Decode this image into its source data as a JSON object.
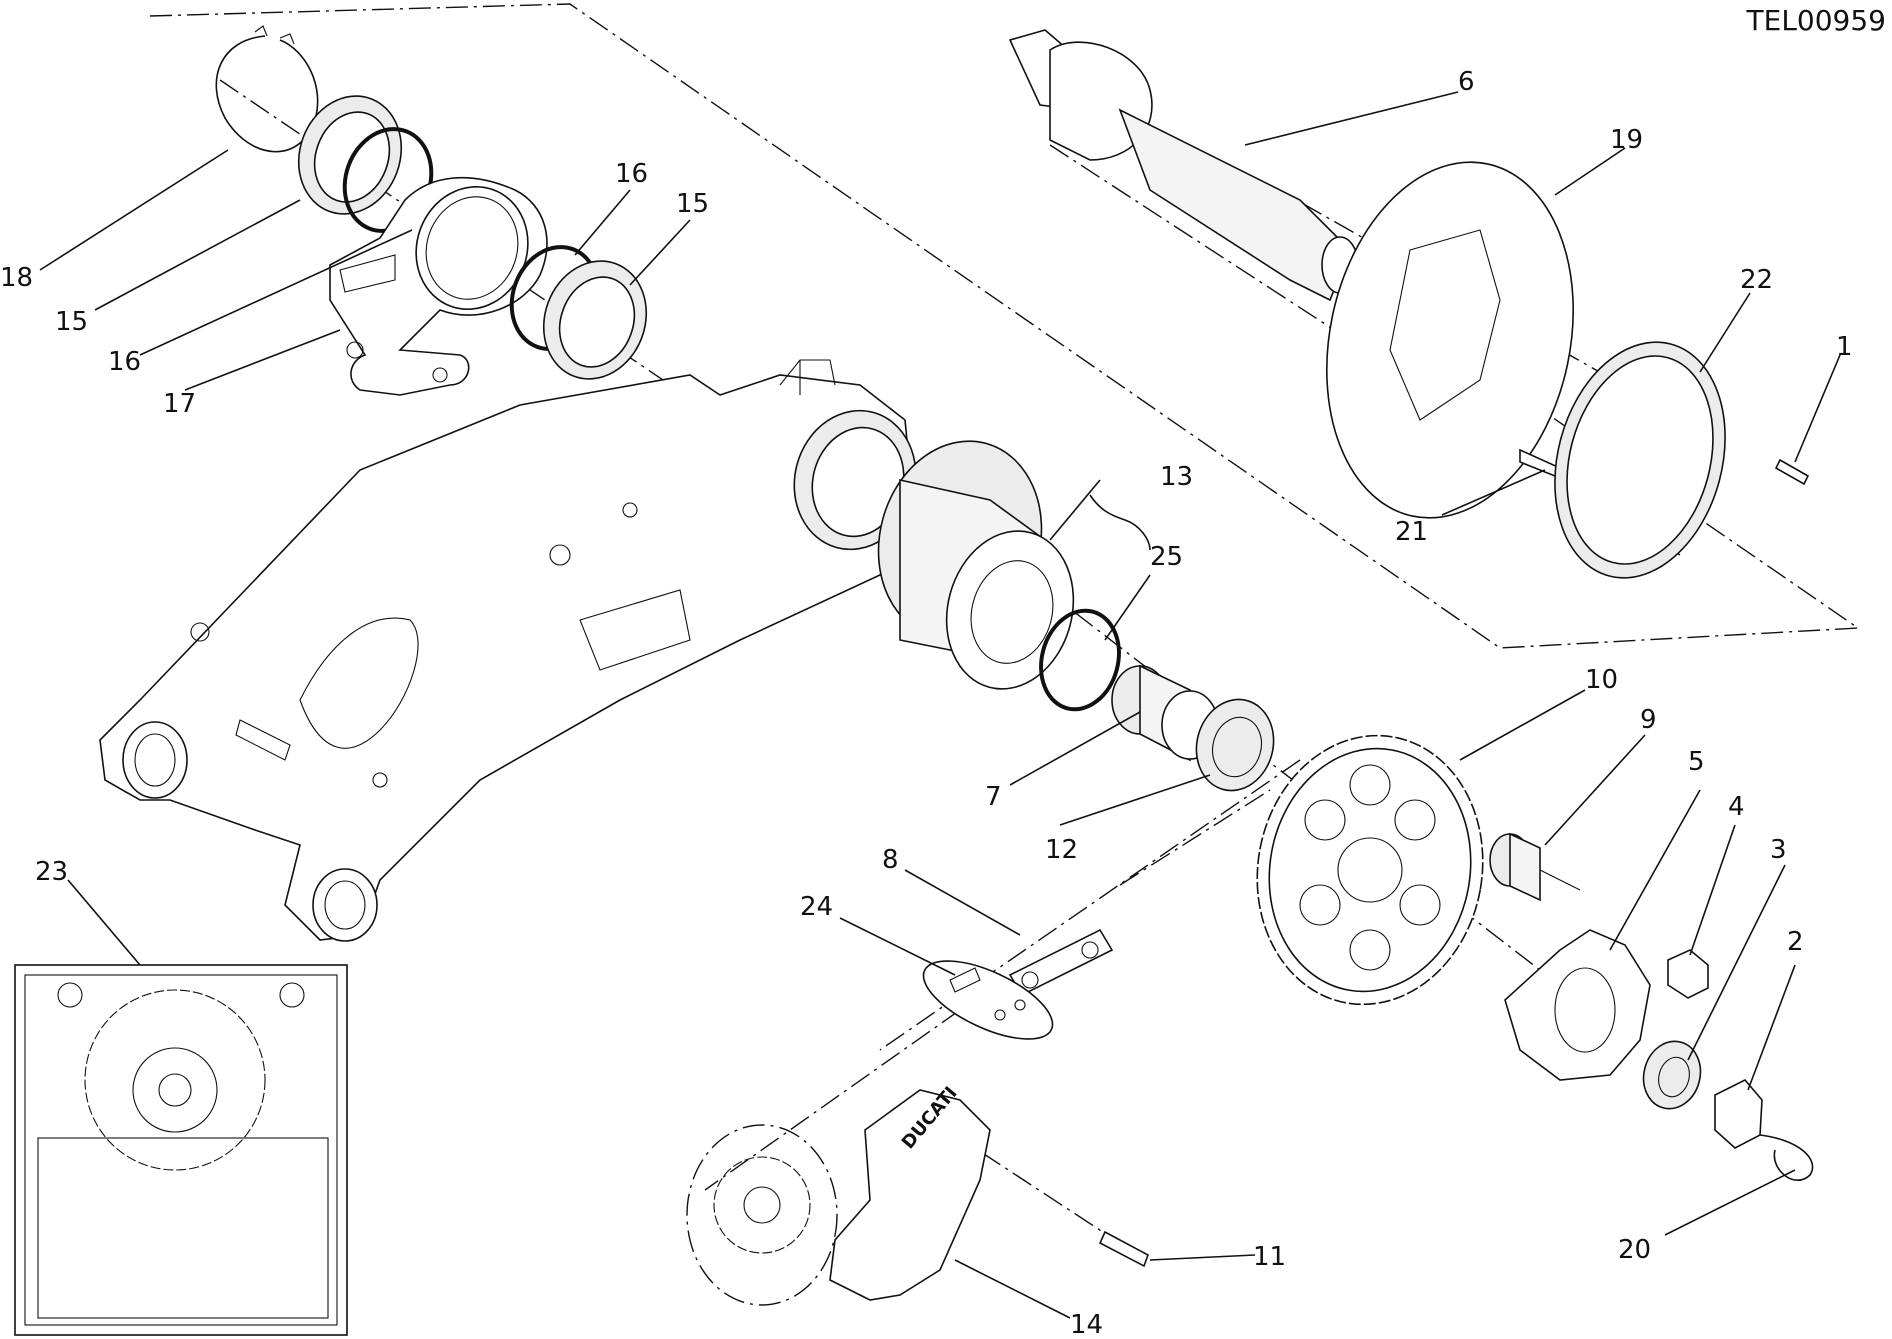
{
  "figure": {
    "ref_code": "TEL00959",
    "labels": [
      {
        "id": "1",
        "text": "1"
      },
      {
        "id": "2",
        "text": "2"
      },
      {
        "id": "3",
        "text": "3"
      },
      {
        "id": "4",
        "text": "4"
      },
      {
        "id": "5",
        "text": "5"
      },
      {
        "id": "6",
        "text": "6"
      },
      {
        "id": "7",
        "text": "7"
      },
      {
        "id": "8",
        "text": "8"
      },
      {
        "id": "9",
        "text": "9"
      },
      {
        "id": "10",
        "text": "10"
      },
      {
        "id": "11",
        "text": "11"
      },
      {
        "id": "12",
        "text": "12"
      },
      {
        "id": "13",
        "text": "13"
      },
      {
        "id": "14",
        "text": "14"
      },
      {
        "id": "15a",
        "text": "15"
      },
      {
        "id": "15b",
        "text": "15"
      },
      {
        "id": "16a",
        "text": "16"
      },
      {
        "id": "16b",
        "text": "16"
      },
      {
        "id": "17",
        "text": "17"
      },
      {
        "id": "18",
        "text": "18"
      },
      {
        "id": "19",
        "text": "19"
      },
      {
        "id": "20",
        "text": "20"
      },
      {
        "id": "21",
        "text": "21"
      },
      {
        "id": "22",
        "text": "22"
      },
      {
        "id": "23",
        "text": "23"
      },
      {
        "id": "24",
        "text": "24"
      },
      {
        "id": "25",
        "text": "25"
      }
    ],
    "cover_logo_text": "DUCATI"
  }
}
